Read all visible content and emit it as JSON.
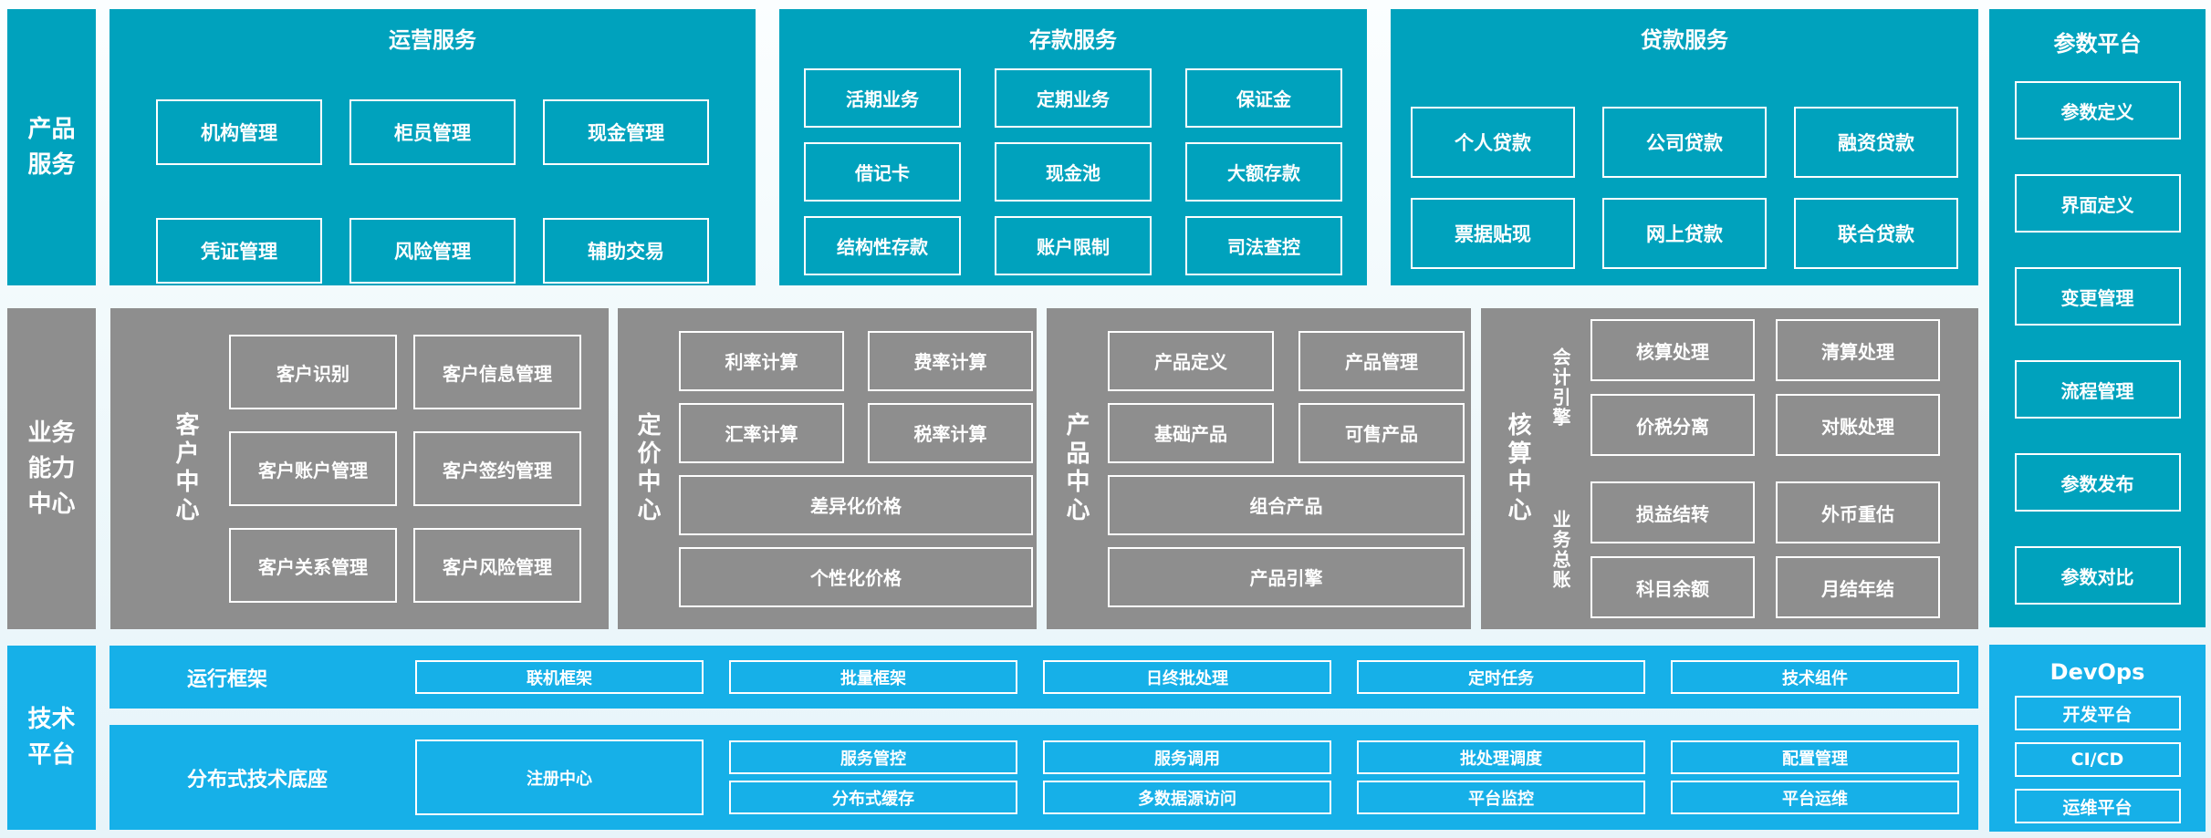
{
  "palette": {
    "teal": "#00a2bd",
    "blue": "#16b0e8",
    "gray": "#8e8e8e",
    "background": "#eef8fb",
    "box_border": "#ffffff",
    "text": "#ffffff"
  },
  "left_rails": {
    "product_services": "产品\n服务",
    "business_capability": "业务\n能力\n中心",
    "tech_platform": "技术\n平台"
  },
  "operations": {
    "title": "运营服务",
    "items": [
      "机构管理",
      "柜员管理",
      "现金管理",
      "凭证管理",
      "风险管理",
      "辅助交易"
    ]
  },
  "deposit": {
    "title": "存款服务",
    "items": [
      "活期业务",
      "定期业务",
      "保证金",
      "借记卡",
      "现金池",
      "大额存款",
      "结构性存款",
      "账户限制",
      "司法查控"
    ]
  },
  "loan": {
    "title": "贷款服务",
    "items": [
      "个人贷款",
      "公司贷款",
      "融资贷款",
      "票据贴现",
      "网上贷款",
      "联合贷款"
    ]
  },
  "parameter": {
    "title": "参数平台",
    "items": [
      "参数定义",
      "界面定义",
      "变更管理",
      "流程管理",
      "参数发布",
      "参数对比"
    ]
  },
  "customer": {
    "label": "客户中心",
    "items": [
      "客户识别",
      "客户信息管理",
      "客户账户管理",
      "客户签约管理",
      "客户关系管理",
      "客户风险管理"
    ]
  },
  "pricing": {
    "label": "定价中心",
    "pair_items": [
      "利率计算",
      "费率计算",
      "汇率计算",
      "税率计算"
    ],
    "wide_items": [
      "差异化价格",
      "个性化价格"
    ]
  },
  "product_center": {
    "label": "产品中心",
    "pair_items": [
      "产品定义",
      "产品管理",
      "基础产品",
      "可售产品"
    ],
    "wide_items": [
      "组合产品",
      "产品引擎"
    ]
  },
  "accounting": {
    "label": "核算中心",
    "groups": [
      {
        "label": "会计引擎",
        "items": [
          "核算处理",
          "清算处理",
          "价税分离",
          "对账处理"
        ]
      },
      {
        "label": "业务总账",
        "items": [
          "损益结转",
          "外币重估",
          "科目余额",
          "月结年结"
        ]
      }
    ]
  },
  "runtime": {
    "label": "运行框架",
    "items": [
      "联机框架",
      "批量框架",
      "日终批处理",
      "定时任务",
      "技术组件"
    ]
  },
  "distributed": {
    "label": "分布式技术底座",
    "registry": "注册中心",
    "row1": [
      "服务管控",
      "服务调用",
      "批处理调度",
      "配置管理"
    ],
    "row2": [
      "分布式缓存",
      "多数据源访问",
      "平台监控",
      "平台运维"
    ]
  },
  "devops": {
    "title": "DevOps",
    "items": [
      "开发平台",
      "CI/CD",
      "运维平台"
    ]
  }
}
